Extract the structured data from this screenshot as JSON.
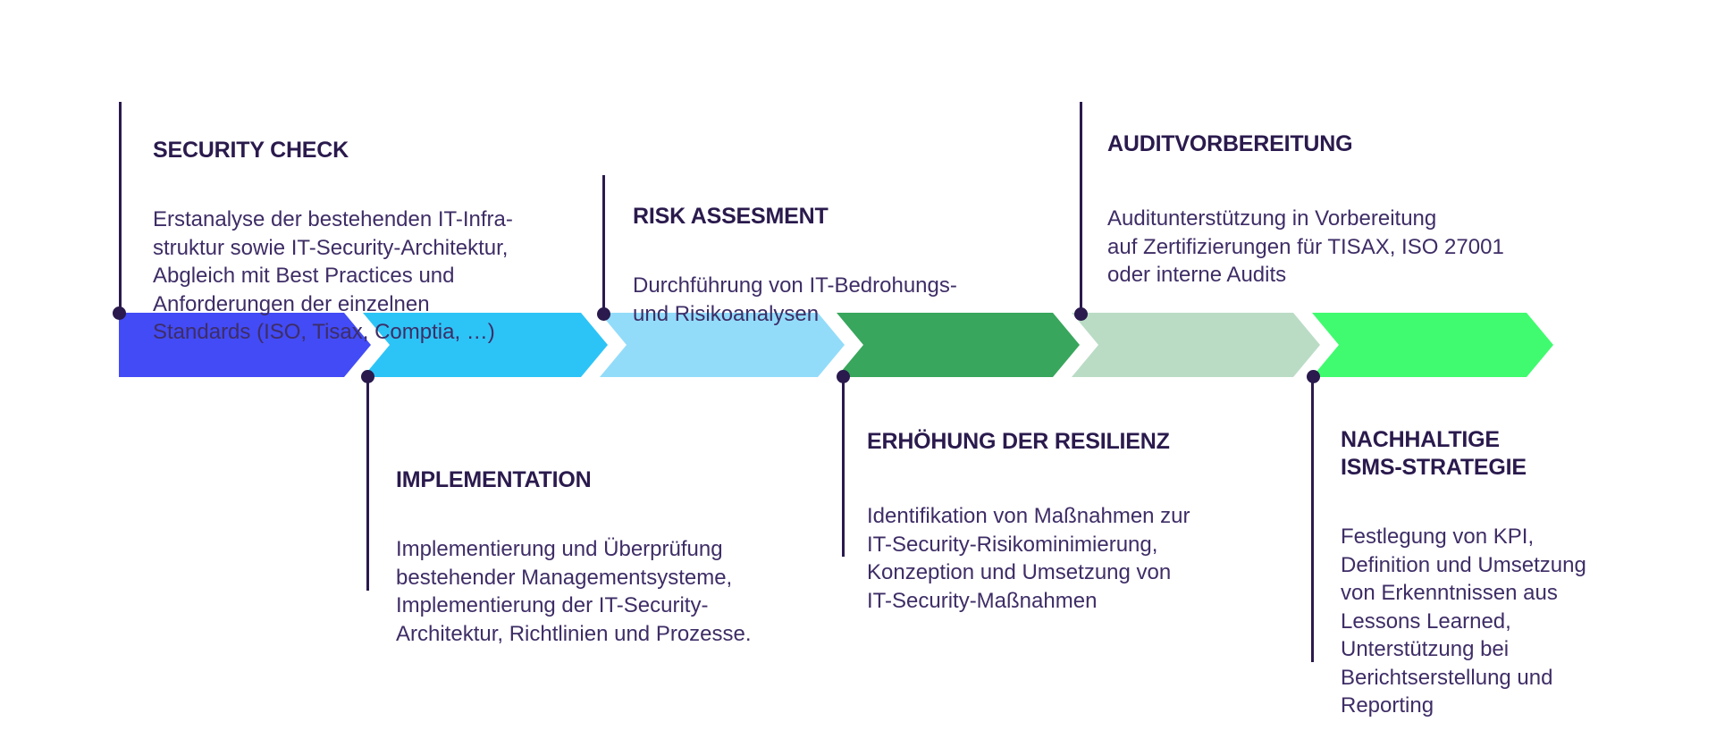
{
  "diagram": {
    "kind": "process-timeline",
    "background": "#FFFFFF"
  },
  "colors": {
    "arrow_blue": "#424BF5",
    "arrow_cyan": "#2CC4F7",
    "arrow_light_blue": "#92DCFA",
    "arrow_green": "#38A65C",
    "arrow_pale_green": "#BADCC5",
    "arrow_bright_green": "#40FB6F",
    "connector": "#2A1A4D",
    "title_text": "#2A1A4D",
    "body_text": "#3E2D66"
  },
  "steps": [
    {
      "title": "SECURITY CHECK",
      "body": "Erstanalyse der bestehenden IT-Infra-\nstruktur sowie IT-Security-Architektur,\nAbgleich mit Best Practices und\nAnforderungen der einzelnen\nStandards (ISO, Tisax, Comptia, …)",
      "label_position": "above",
      "arrow_color": "#424BF5"
    },
    {
      "title": "IMPLEMENTATION",
      "body": "Implementierung und Überprüfung\nbestehender Managementsysteme,\nImplementierung der IT-Security-\nArchitektur, Richtlinien und Prozesse.",
      "label_position": "below",
      "arrow_color": "#2CC4F7"
    },
    {
      "title": "RISK ASSESMENT",
      "body": "Durchführung von IT-Bedrohungs-\nund Risikoanalysen",
      "label_position": "above",
      "arrow_color": "#92DCFA"
    },
    {
      "title": "ERHÖHUNG DER RESILIENZ",
      "body": "Identifikation von Maßnahmen zur\nIT-Security-Risikominimierung,\nKonzeption und Umsetzung von\nIT-Security-Maßnahmen",
      "label_position": "below",
      "arrow_color": "#38A65C"
    },
    {
      "title": "AUDITVORBEREITUNG",
      "body": "Auditunterstützung in Vorbereitung\nauf Zertifizierungen für TISAX, ISO 27001\noder interne Audits",
      "label_position": "above",
      "arrow_color": "#BADCC5"
    },
    {
      "title": "NACHHALTIGE\nISMS-STRATEGIE",
      "body": "Festlegung von KPI,\nDefinition und Umsetzung\nvon Erkenntnissen aus\nLessons Learned,\nUnterstützung bei\nBerichtserstellung und\nReporting",
      "label_position": "below",
      "arrow_color": "#40FB6F"
    }
  ]
}
